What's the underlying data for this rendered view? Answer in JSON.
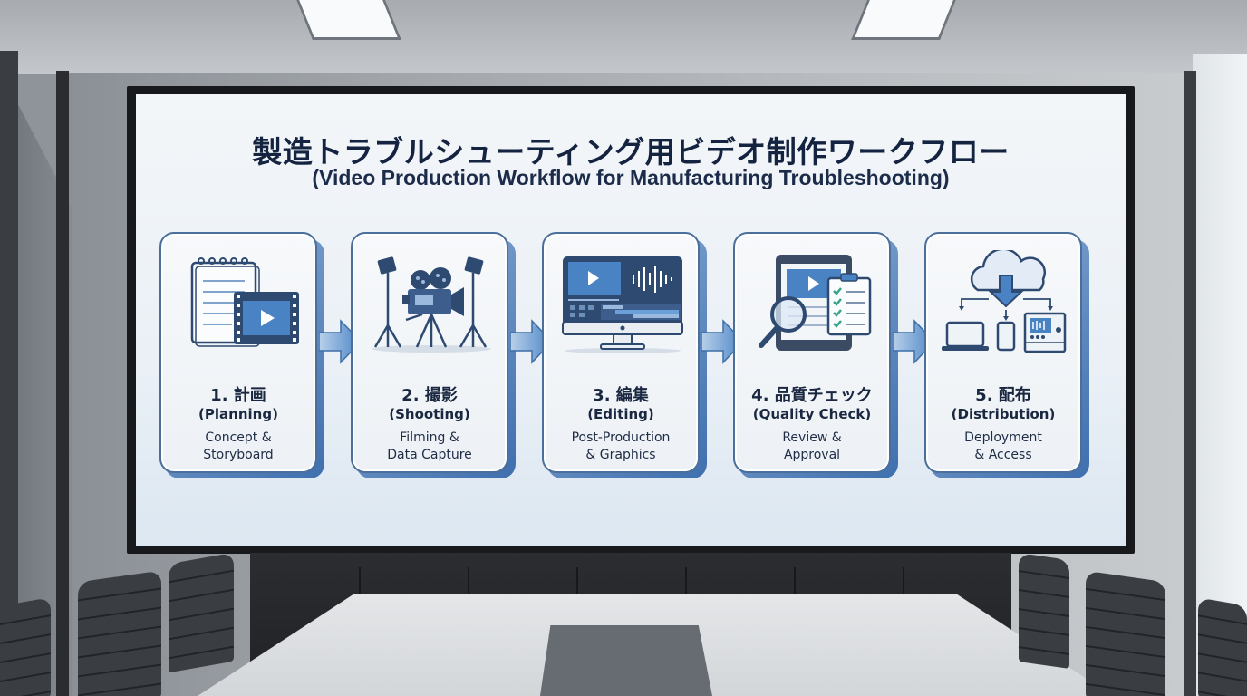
{
  "scene": {
    "type": "conference-room",
    "description": "Wall-mounted display in a meeting room showing a workflow diagram"
  },
  "slide": {
    "title_jp": "製造トラブルシューティング用ビデオ制作ワークフロー",
    "title_en": "(Video Production Workflow for Manufacturing Troubleshooting)",
    "steps": [
      {
        "number": 1,
        "title": "1. 計画",
        "title_en": "(Planning)",
        "desc_line1": "Concept &",
        "desc_line2": "Storyboard",
        "icon": "notebook-and-video-film-icon"
      },
      {
        "number": 2,
        "title": "2. 撮影",
        "title_en": "(Shooting)",
        "desc_line1": "Filming &",
        "desc_line2": "Data Capture",
        "icon": "film-camera-with-lights-icon"
      },
      {
        "number": 3,
        "title": "3. 編集",
        "title_en": "(Editing)",
        "desc_line1": "Post-Production",
        "desc_line2": "& Graphics",
        "icon": "editing-monitor-icon"
      },
      {
        "number": 4,
        "title": "4. 品質チェック",
        "title_en": "(Quality Check)",
        "desc_line1": "Review &",
        "desc_line2": "Approval",
        "icon": "tablet-magnifier-checklist-icon"
      },
      {
        "number": 5,
        "title": "5. 配布",
        "title_en": "(Distribution)",
        "desc_line1": "Deployment",
        "desc_line2": "& Access",
        "icon": "cloud-download-devices-icon"
      }
    ],
    "connector": "right-arrow-icon"
  },
  "colors": {
    "title": "#14233f",
    "card_border": "#4b6f9b",
    "card_accent": "#3f6fae",
    "arrow": "#4d86c6",
    "icon_dark": "#2f4a70",
    "icon_blue": "#4a83c4",
    "check_teal": "#3aa38c",
    "screen_bg": "#eef3f8"
  }
}
